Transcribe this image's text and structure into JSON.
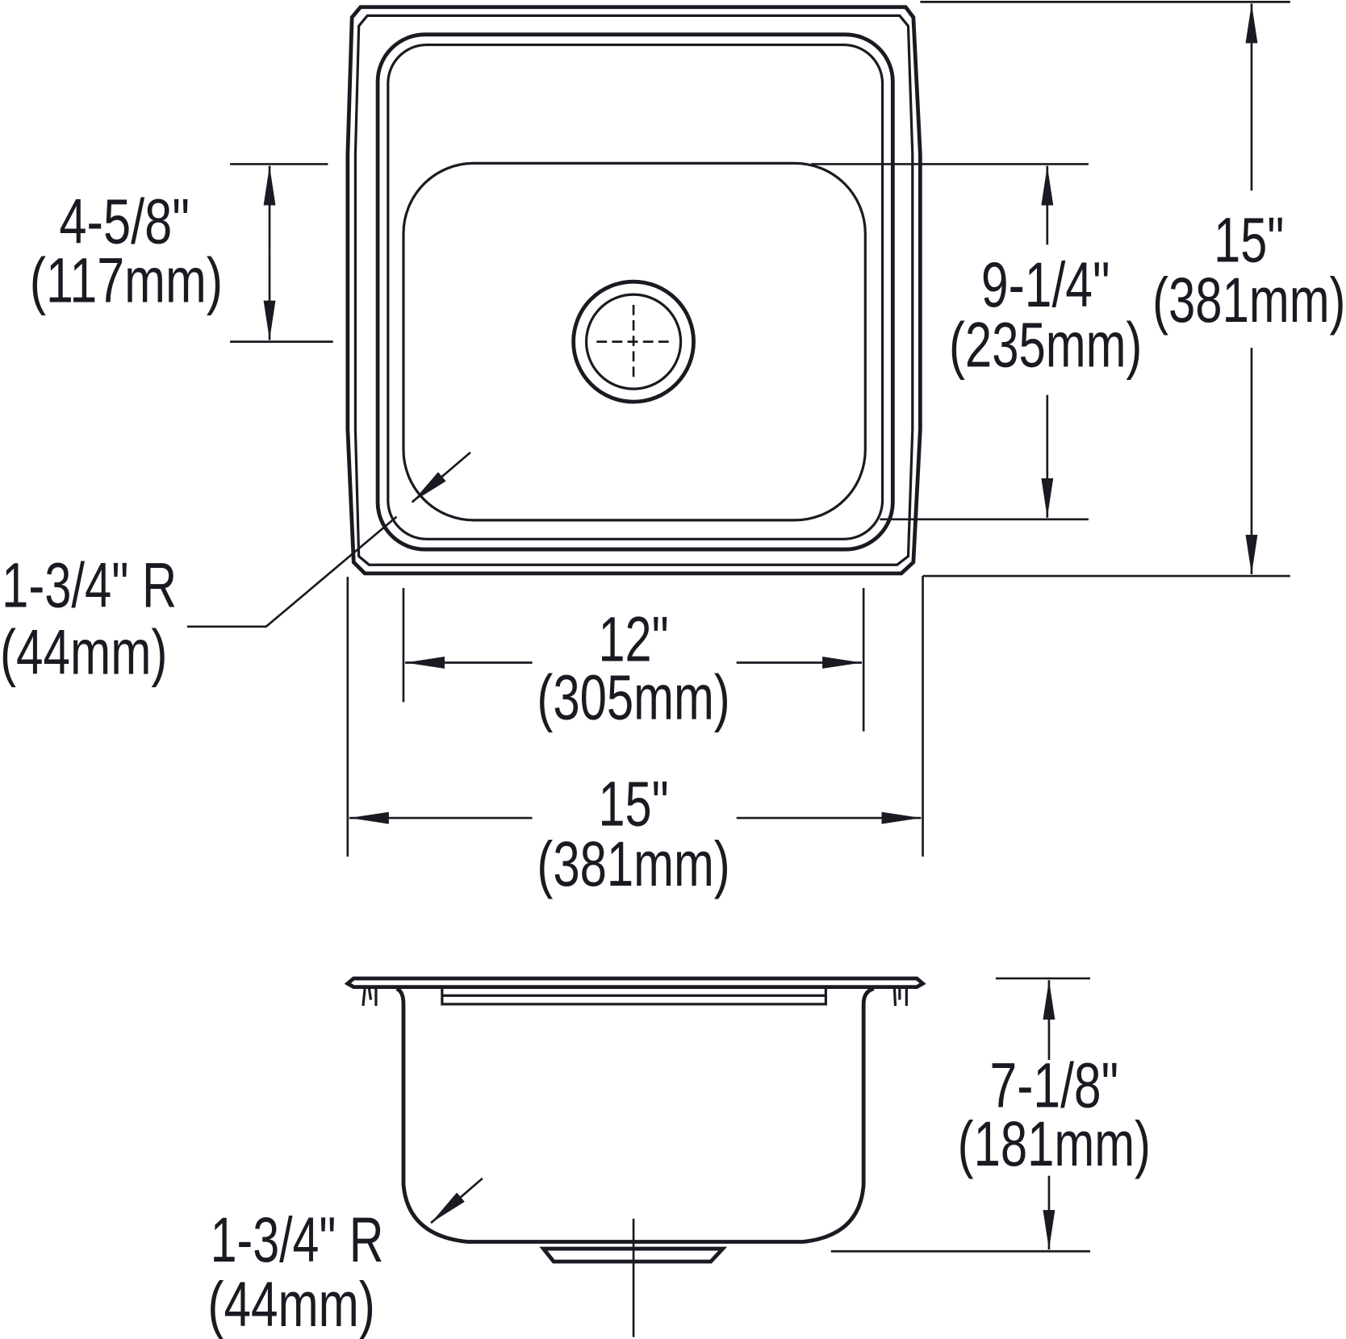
{
  "top_view": {
    "bowl_length_from_front": {
      "imperial": "4-5/8\"",
      "metric": "(117mm)"
    },
    "bowl_front_to_back": {
      "imperial": "9-1/4\"",
      "metric": "(235mm)"
    },
    "overall_front_to_back": {
      "imperial": "15\"",
      "metric": "(381mm)"
    },
    "corner_radius": {
      "imperial": "1-3/4\" R",
      "metric": "(44mm)"
    },
    "bowl_width": {
      "imperial": "12\"",
      "metric": "(305mm)"
    },
    "overall_width": {
      "imperial": "15\"",
      "metric": "(381mm)"
    }
  },
  "side_view": {
    "depth": {
      "imperial": "7-1/8\"",
      "metric": "(181mm)"
    },
    "corner_radius": {
      "imperial": "1-3/4\" R",
      "metric": "(44mm)"
    }
  }
}
